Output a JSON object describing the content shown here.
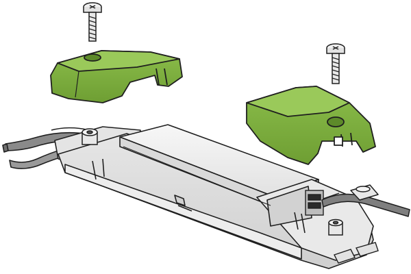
{
  "figure": {
    "colors": {
      "background": "#ffffff",
      "outline": "#1f1f1f",
      "cap_green": "#79a93c",
      "cap_green_dark": "#5d8a2a",
      "cap_green_light": "#a6cc6a",
      "housing_light": "#f2f2f2",
      "housing_mid": "#dcdcdc",
      "housing_dark": "#bdbdbd",
      "cable_grey": "#8a8a8a",
      "screw_grey": "#e8e8e8"
    },
    "parts": [
      {
        "name": "screw-left",
        "icon": "screw-icon"
      },
      {
        "name": "screw-right",
        "icon": "screw-icon"
      },
      {
        "name": "end-cap-left",
        "icon": "cap-icon"
      },
      {
        "name": "end-cap-right",
        "icon": "cap-icon"
      },
      {
        "name": "driver-housing",
        "icon": "housing-icon"
      },
      {
        "name": "input-cable",
        "icon": "cable-icon"
      },
      {
        "name": "output-cable",
        "icon": "cable-icon"
      },
      {
        "name": "terminal-block",
        "icon": "terminal-icon"
      }
    ]
  }
}
